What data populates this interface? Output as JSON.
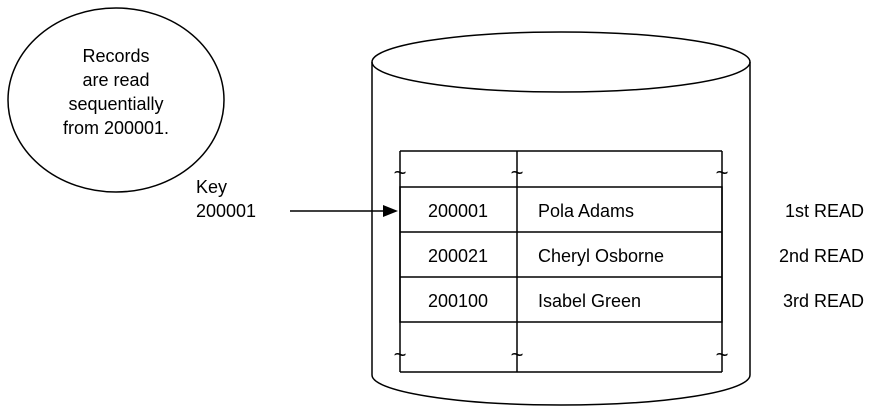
{
  "callout": {
    "lines": [
      "Records",
      "are read",
      "sequentially",
      "from 200001."
    ]
  },
  "key": {
    "label": "Key",
    "value": "200001"
  },
  "records": [
    {
      "key": "200001",
      "name": "Pola Adams",
      "read": "1st READ"
    },
    {
      "key": "200021",
      "name": "Cheryl Osborne",
      "read": "2nd READ"
    },
    {
      "key": "200100",
      "name": "Isabel Green",
      "read": "3rd READ"
    }
  ],
  "symbols": {
    "continuation": "~"
  }
}
